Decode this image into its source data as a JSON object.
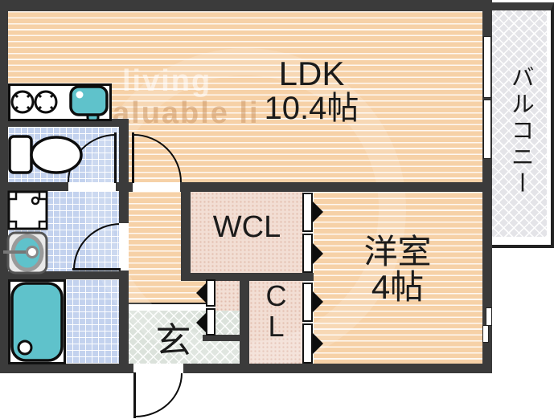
{
  "rooms": {
    "ldk": {
      "name": "LDK",
      "size": "10.4帖"
    },
    "western": {
      "name": "洋室",
      "size": "4帖"
    },
    "wcl": {
      "name": "WCL"
    },
    "cl": {
      "name": "CL",
      "line1": "C",
      "line2": "L"
    },
    "genkan": {
      "name": "玄"
    },
    "balcony": {
      "name": "バルコニー"
    }
  },
  "watermark": {
    "line1": "living",
    "line2": "aluable li"
  },
  "colors": {
    "wall": "#3b3b3b",
    "floor_stripe": "#f6d1a7",
    "tile_blue": "#c3d2ee",
    "closet_pink": "#f2ded4",
    "genkan_gray": "#dbe2db",
    "balcony_gray": "#e4e4e8",
    "fixture_teal": "#5fc2cb",
    "label_text": "#1b1b1b"
  }
}
